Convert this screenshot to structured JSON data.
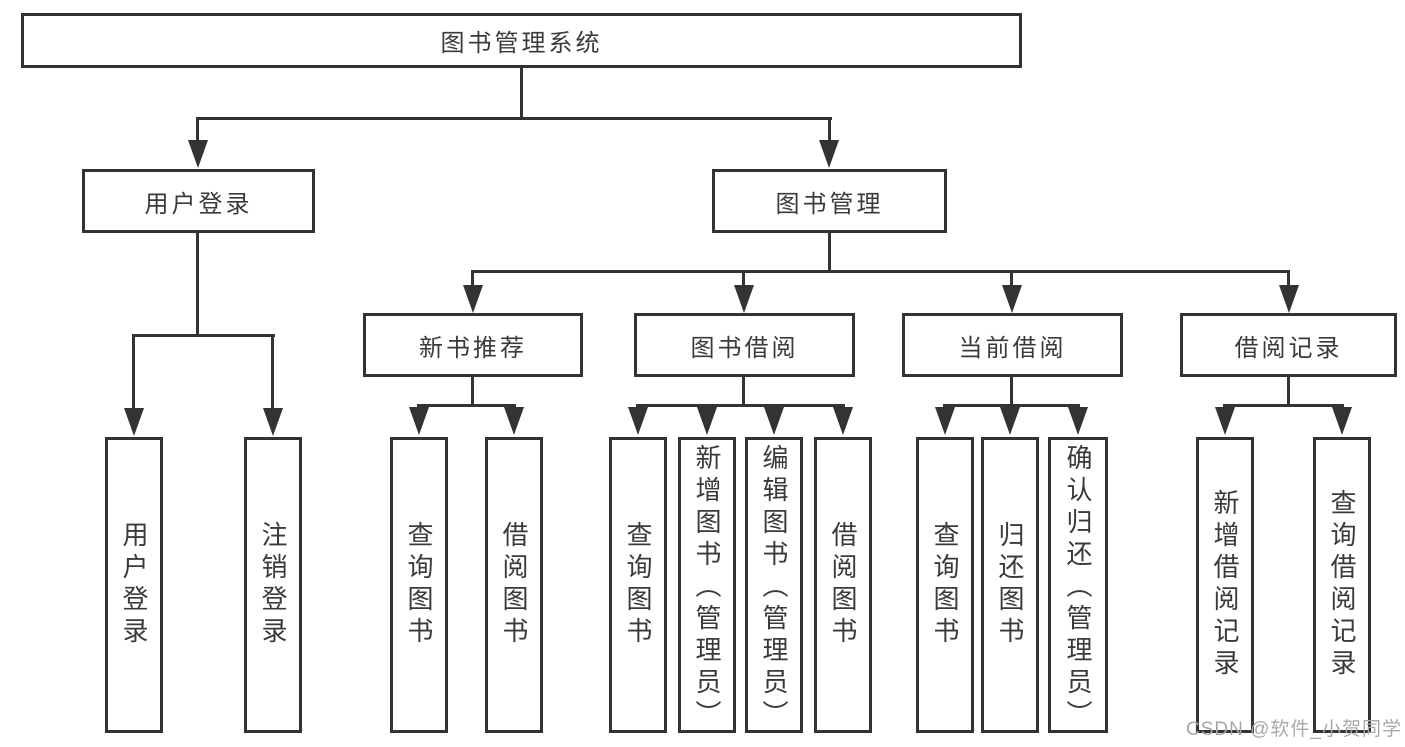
{
  "colors": {
    "line": "#333333",
    "box_border": "#333333",
    "text": "#3a3a3a",
    "background": "#ffffff",
    "watermark": "#a8a8a8"
  },
  "nodes": {
    "root": {
      "label": "图书管理系统"
    },
    "user_login": {
      "label": "用户登录"
    },
    "book_management": {
      "label": "图书管理"
    },
    "new_book_recommend": {
      "label": "新书推荐"
    },
    "book_borrow": {
      "label": "图书借阅"
    },
    "current_borrow": {
      "label": "当前借阅"
    },
    "borrow_records": {
      "label": "借阅记录"
    },
    "leaf_user_login": {
      "label": "用户登录"
    },
    "leaf_logout": {
      "label": "注销登录"
    },
    "leaf_nb_query": {
      "label": "查询图书"
    },
    "leaf_nb_borrow": {
      "label": "借阅图书"
    },
    "leaf_bb_query": {
      "label": "查询图书"
    },
    "leaf_bb_add": {
      "label": "新增图书（管理员）"
    },
    "leaf_bb_edit": {
      "label": "编辑图书（管理员）"
    },
    "leaf_bb_borrow": {
      "label": "借阅图书"
    },
    "leaf_cb_query": {
      "label": "查询图书"
    },
    "leaf_cb_return": {
      "label": "归还图书"
    },
    "leaf_cb_confirm": {
      "label": "确认归还（管理员）"
    },
    "leaf_br_add": {
      "label": "新增借阅记录"
    },
    "leaf_br_query": {
      "label": "查询借阅记录"
    }
  },
  "watermark": {
    "text": "CSDN @软件_小贺同学"
  }
}
